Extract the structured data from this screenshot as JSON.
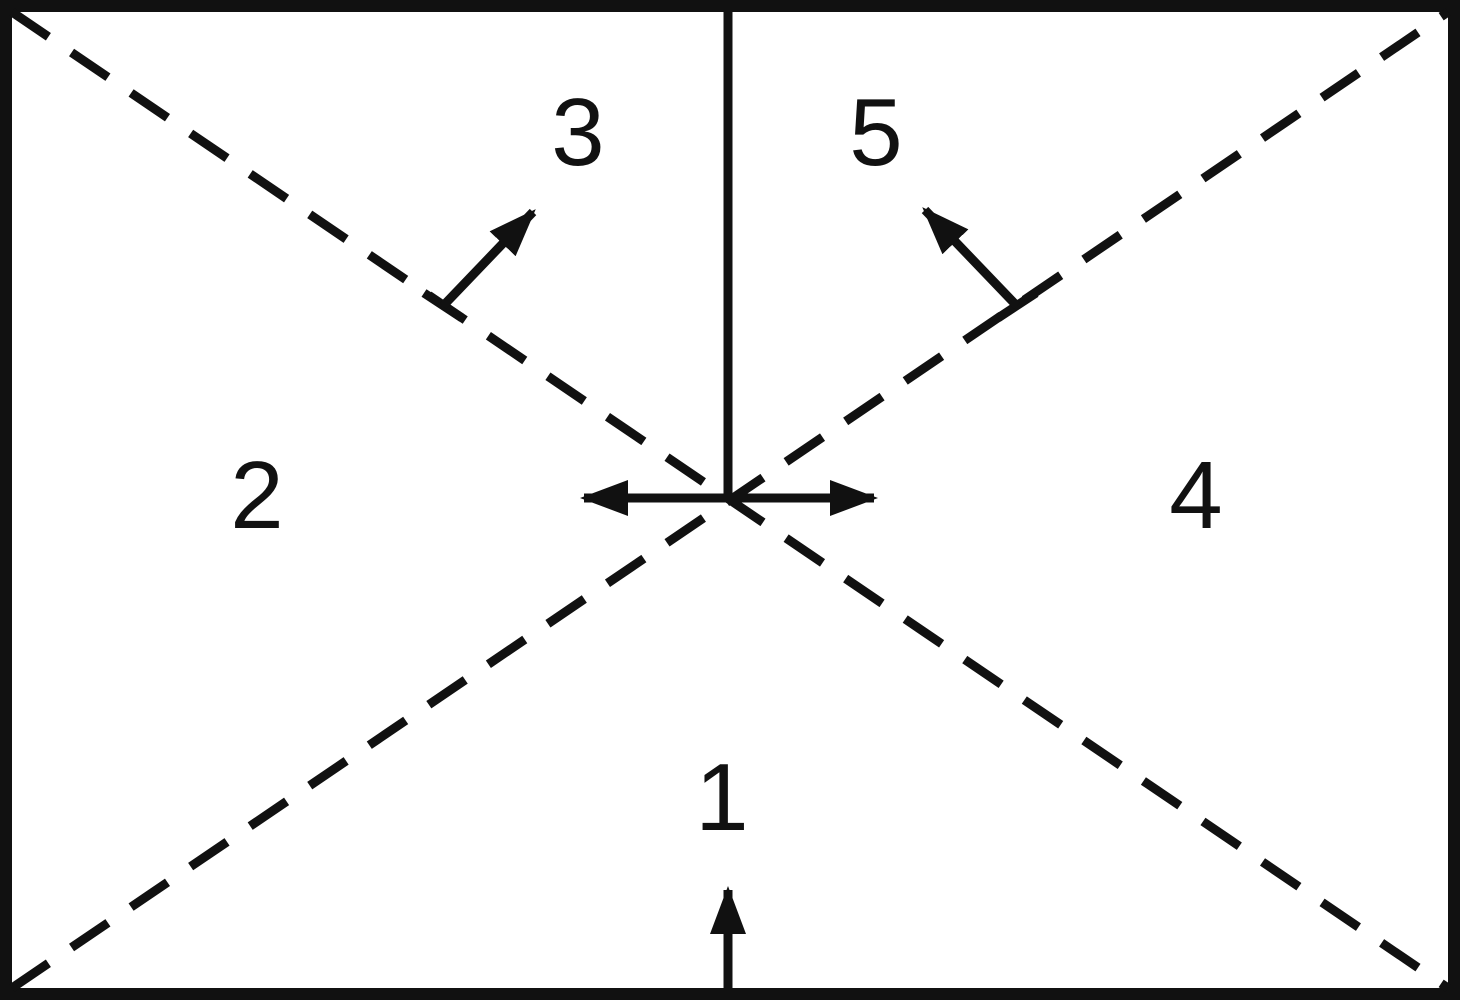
{
  "diagram": {
    "regions": [
      {
        "id": "1",
        "label": "1"
      },
      {
        "id": "2",
        "label": "2"
      },
      {
        "id": "3",
        "label": "3"
      },
      {
        "id": "4",
        "label": "4"
      },
      {
        "id": "5",
        "label": "5"
      }
    ],
    "colors": {
      "stroke": "#111111",
      "background": "#ffffff"
    }
  }
}
